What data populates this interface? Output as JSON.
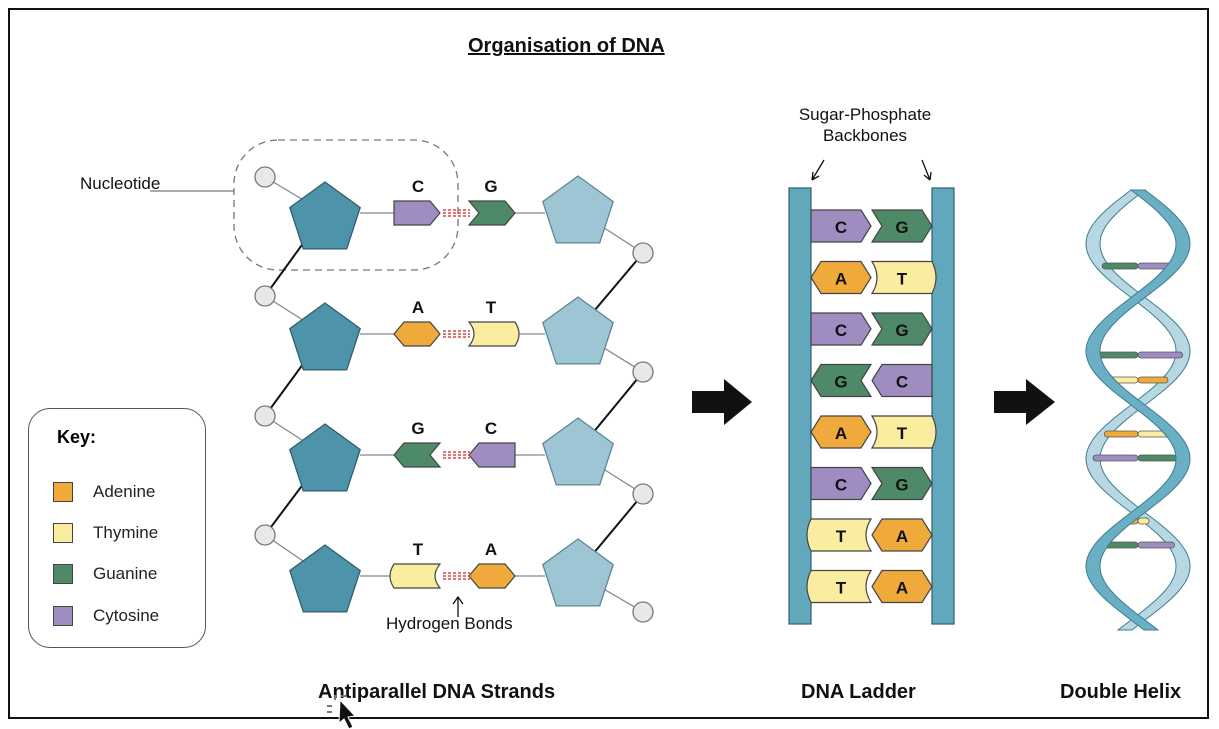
{
  "title": "Organisation of DNA",
  "captions": {
    "antiparallel": "Antiparallel DNA Strands",
    "ladder": "DNA Ladder",
    "helix": "Double Helix"
  },
  "annotations": {
    "nucleotide": "Nucleotide",
    "hydrogen_bonds": "Hydrogen Bonds",
    "backbones_line1": "Sugar-Phosphate",
    "backbones_line2": "Backbones"
  },
  "key": {
    "title": "Key:",
    "items": [
      {
        "name": "Adenine",
        "color": "#f0a93b"
      },
      {
        "name": "Thymine",
        "color": "#fbed9f"
      },
      {
        "name": "Guanine",
        "color": "#4e8a68"
      },
      {
        "name": "Cytosine",
        "color": "#9f8cc1"
      }
    ]
  },
  "colors": {
    "sugar_dark": "#4d93aa",
    "sugar_light": "#9ec5d4",
    "phosphate": "#e8e8e8",
    "backbone": "#62a8bd",
    "bond": "#e0433d",
    "arrow": "#111111",
    "helix_front": "#6aafc4",
    "helix_back": "#b7d8e3"
  },
  "strand_pairs": [
    {
      "left": "C",
      "right": "G"
    },
    {
      "left": "A",
      "right": "T"
    },
    {
      "left": "G",
      "right": "C"
    },
    {
      "left": "T",
      "right": "A"
    }
  ],
  "ladder_pairs": [
    {
      "left": "C",
      "right": "G"
    },
    {
      "left": "A",
      "right": "T"
    },
    {
      "left": "C",
      "right": "G"
    },
    {
      "left": "G",
      "right": "C"
    },
    {
      "left": "A",
      "right": "T"
    },
    {
      "left": "C",
      "right": "G"
    },
    {
      "left": "T",
      "right": "A"
    },
    {
      "left": "T",
      "right": "A"
    }
  ]
}
